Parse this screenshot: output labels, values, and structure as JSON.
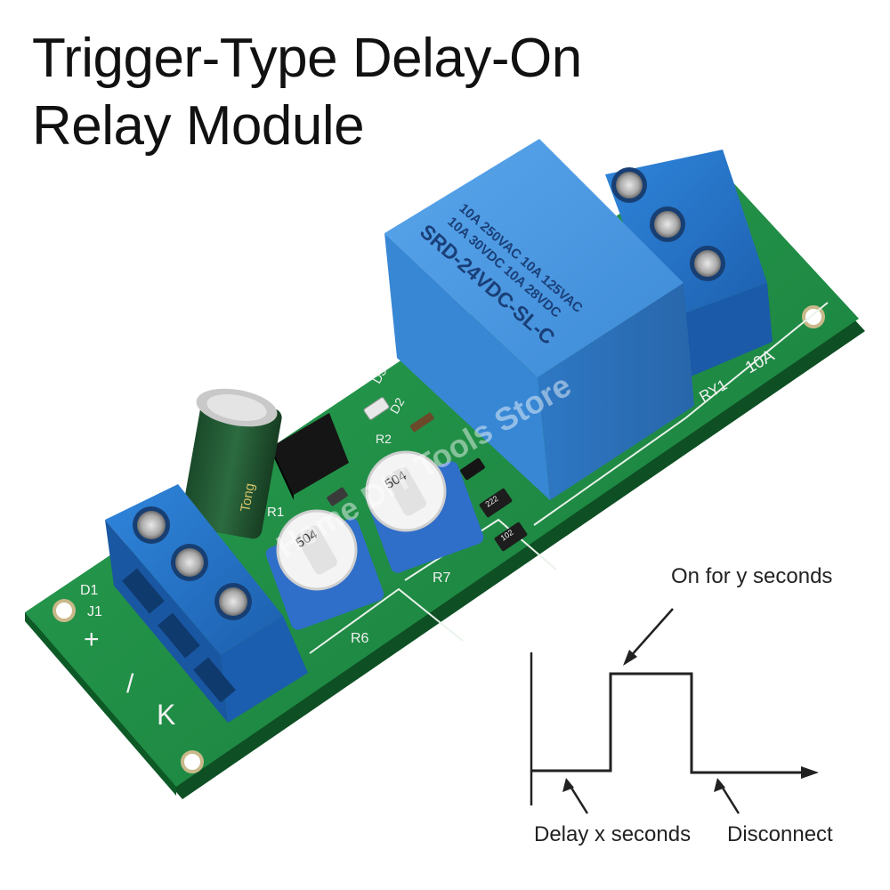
{
  "title": {
    "line1": "Trigger-Type Delay-On",
    "line2": "Relay Module"
  },
  "relay": {
    "line1": "10A 250VAC  10A 125VAC",
    "line2": "10A 30VDC  10A 28VDC",
    "model": "SRD-24VDC-SL-C"
  },
  "capacitor_text": "Tong",
  "pcb": {
    "ry1": "RY1",
    "rating": "10A",
    "d1": "D1",
    "j1": "J1",
    "plus": "+",
    "minus": "/",
    "k": "K",
    "r6": "R6",
    "r7": "R7",
    "r1": "R1",
    "d3": "D3",
    "d2": "D2",
    "r2": "R2"
  },
  "pots": {
    "left": "504",
    "right": "504"
  },
  "smd": {
    "a": "222",
    "b": "102"
  },
  "watermark": "Home DIY Tools Store",
  "diagram": {
    "label_on": "On for y seconds",
    "label_delay": "Delay x seconds",
    "label_disconnect": "Disconnect"
  },
  "colors": {
    "pcb": "#1e8a3c",
    "relay": "#3f8fd8",
    "terminal": "#1f6fc8",
    "potentiometer": "#2f6ec9"
  }
}
